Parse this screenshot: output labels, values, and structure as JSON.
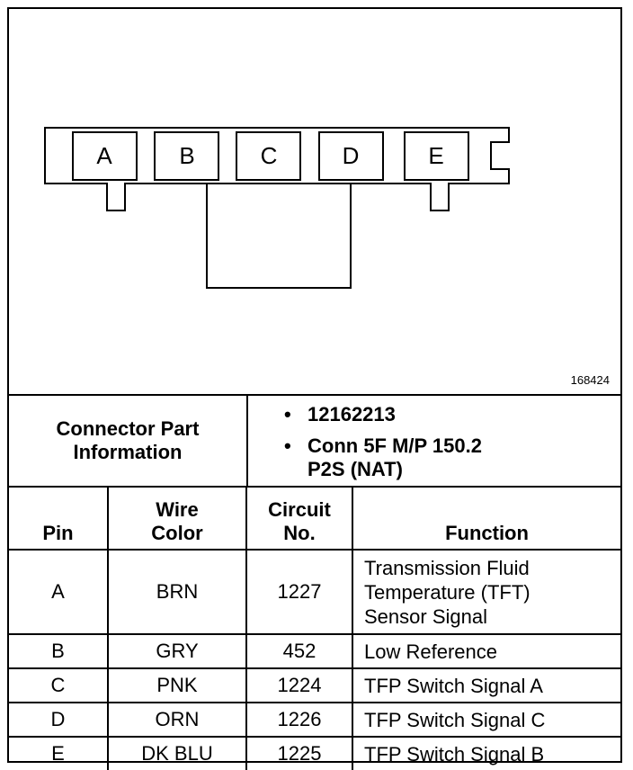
{
  "diagram": {
    "figure_id": "168424",
    "cavities": [
      "A",
      "B",
      "C",
      "D",
      "E"
    ]
  },
  "connector_info": {
    "label_line1": "Connector Part",
    "label_line2": "Information",
    "items": [
      {
        "line1": "12162213",
        "line2": ""
      },
      {
        "line1": "Conn 5F M/P 150.2",
        "line2": "P2S (NAT)"
      }
    ]
  },
  "table": {
    "headers": {
      "pin": "Pin",
      "wire_color_1": "Wire",
      "wire_color_2": "Color",
      "circuit_1": "Circuit",
      "circuit_2": "No.",
      "function": "Function"
    },
    "rows": [
      {
        "pin": "A",
        "wire": "BRN",
        "circuit": "1227",
        "function": [
          "Transmission Fluid",
          "Temperature (TFT)",
          "Sensor Signal"
        ]
      },
      {
        "pin": "B",
        "wire": "GRY",
        "circuit": "452",
        "function": [
          "Low Reference"
        ]
      },
      {
        "pin": "C",
        "wire": "PNK",
        "circuit": "1224",
        "function": [
          "TFP Switch Signal A"
        ]
      },
      {
        "pin": "D",
        "wire": "ORN",
        "circuit": "1226",
        "function": [
          "TFP Switch Signal C"
        ]
      },
      {
        "pin": "E",
        "wire": "DK BLU",
        "circuit": "1225",
        "function": [
          "TFP Switch Signal B"
        ]
      }
    ]
  }
}
